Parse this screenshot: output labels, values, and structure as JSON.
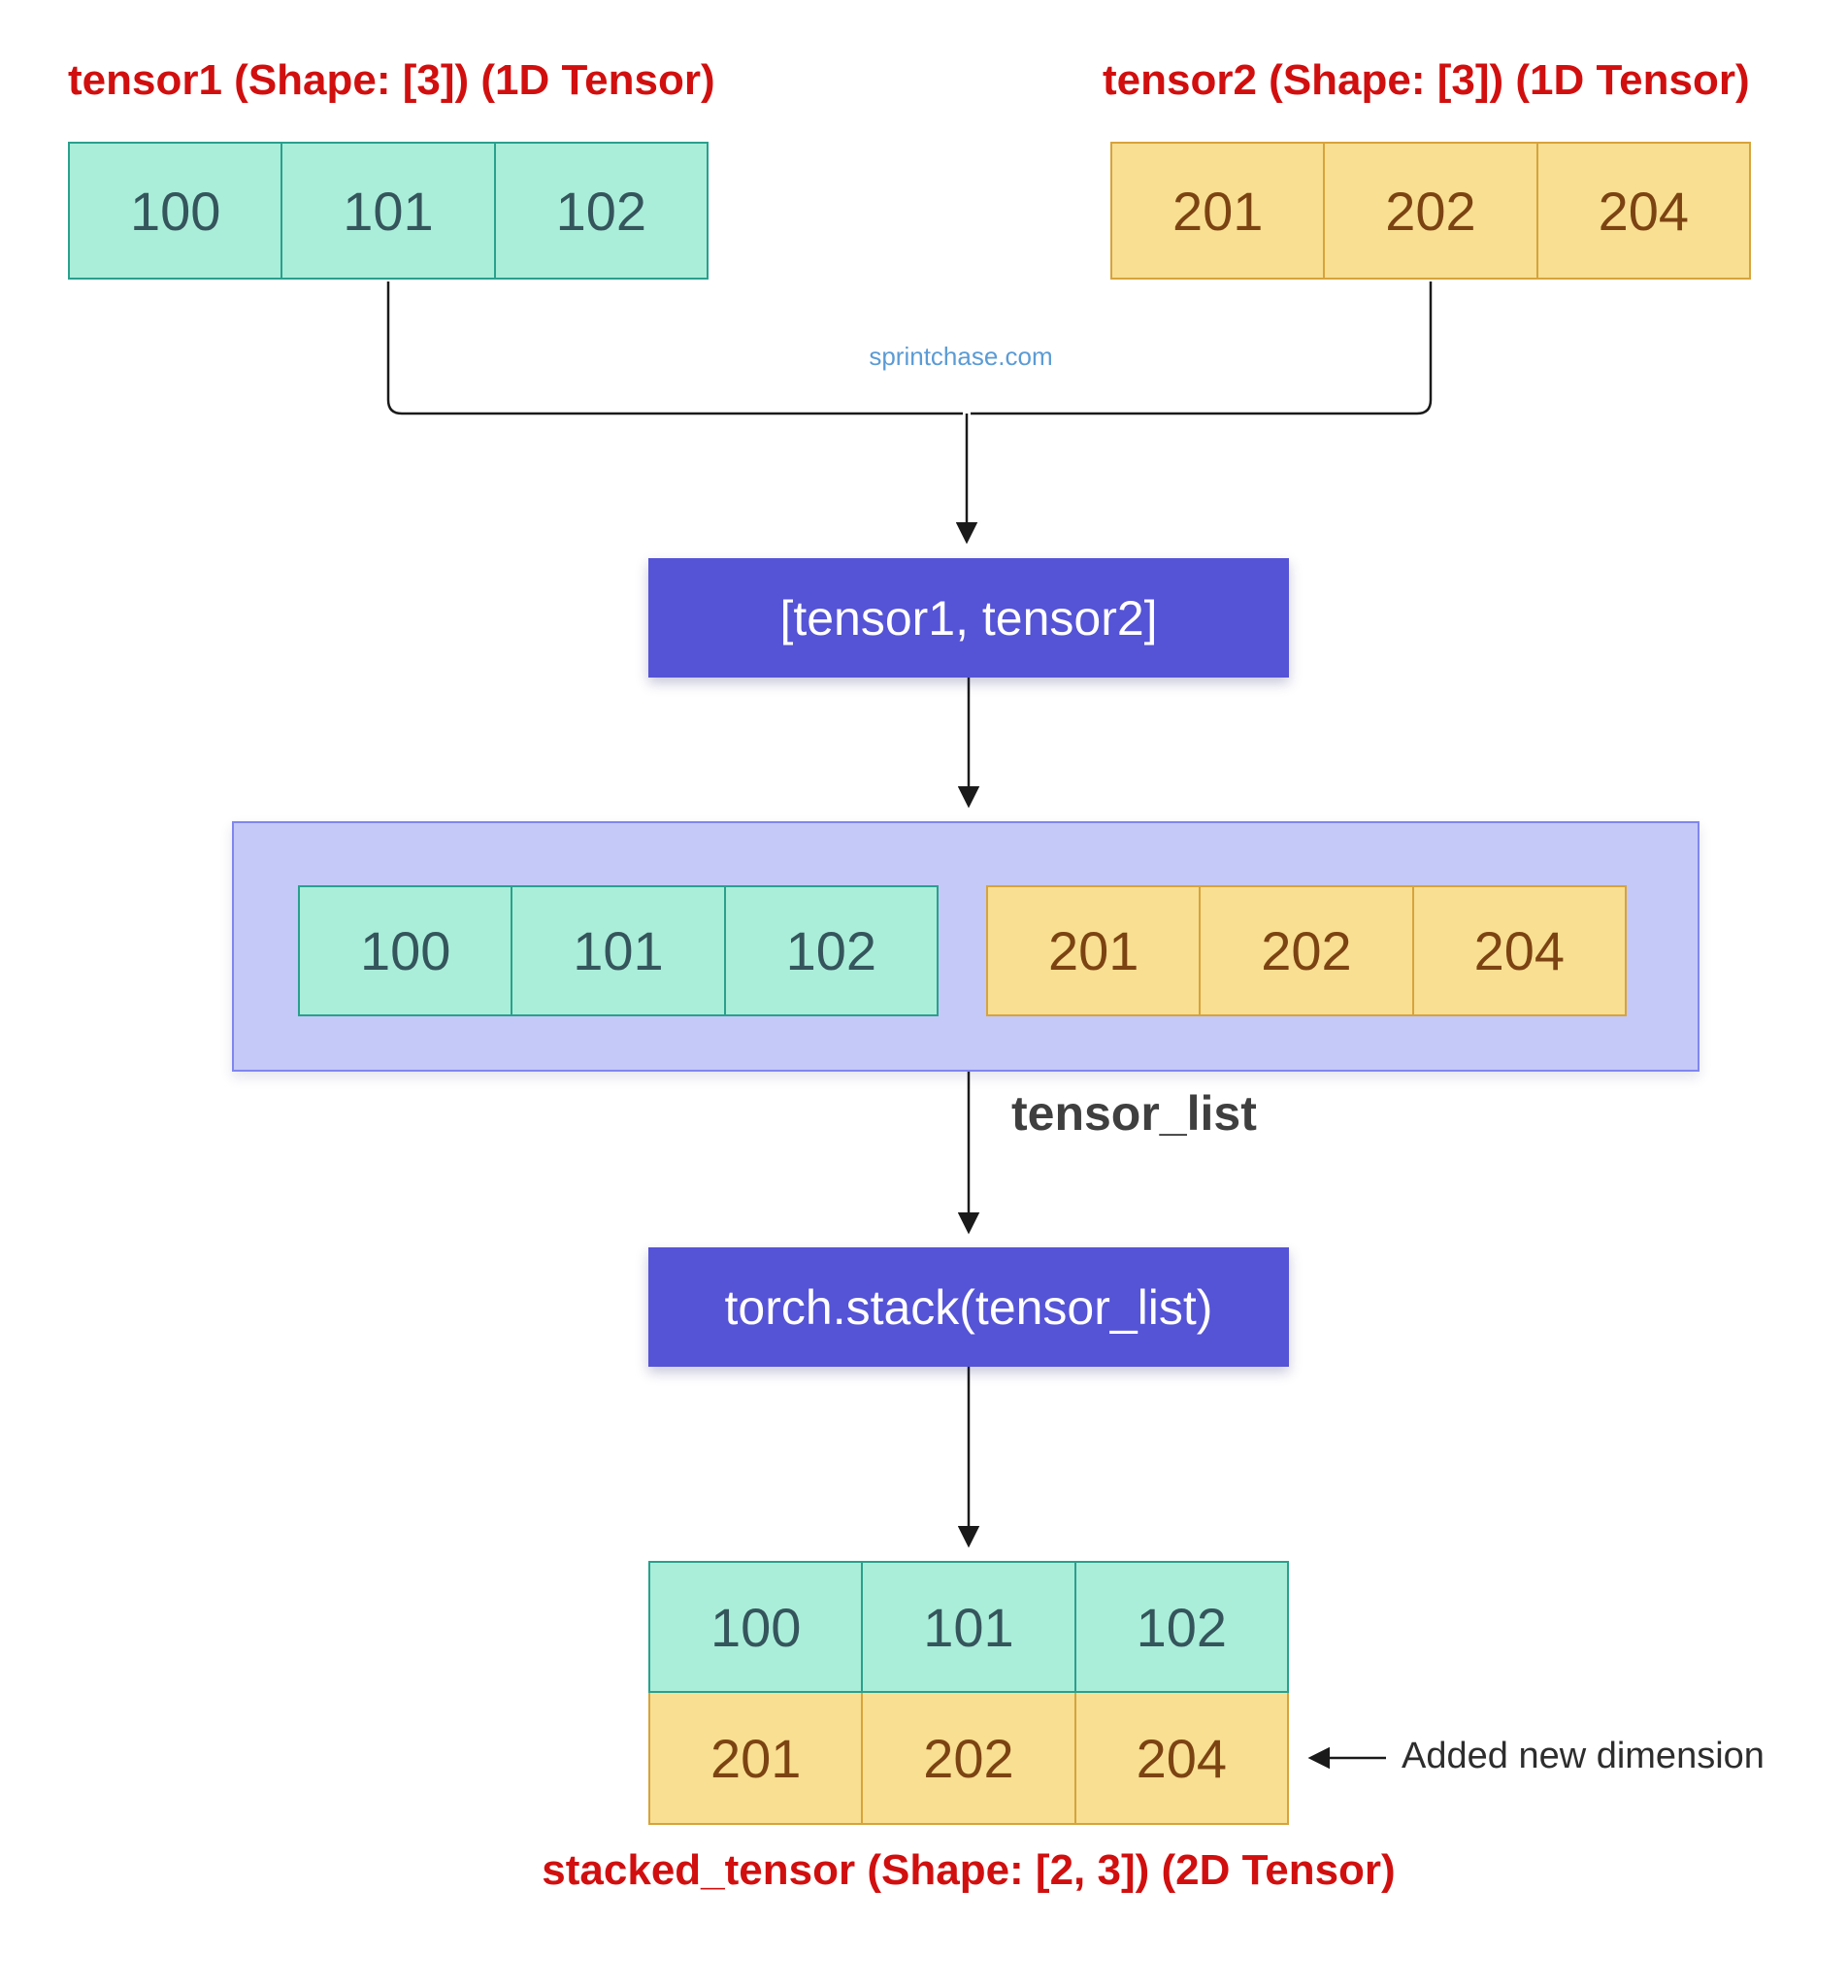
{
  "watermark": "sprintchase.com",
  "tensor1": {
    "label": "tensor1 (Shape: [3]) (1D Tensor)",
    "values": [
      "100",
      "101",
      "102"
    ]
  },
  "tensor2": {
    "label": "tensor2 (Shape: [3]) (1D Tensor)",
    "values": [
      "201",
      "202",
      "204"
    ]
  },
  "list_box": {
    "label": "[tensor1, tensor2]"
  },
  "tensor_list": {
    "label": "tensor_list",
    "tensor1_values": [
      "100",
      "101",
      "102"
    ],
    "tensor2_values": [
      "201",
      "202",
      "204"
    ]
  },
  "stack_box": {
    "label": "torch.stack(tensor_list)"
  },
  "stacked_tensor": {
    "label": "stacked_tensor (Shape: [2, 3]) (2D Tensor)",
    "rows": [
      [
        "100",
        "101",
        "102"
      ],
      [
        "201",
        "202",
        "204"
      ]
    ],
    "annotation": "Added new dimension"
  },
  "colors": {
    "teal_fill": "#aaeeda",
    "teal_border": "#2aa08d",
    "teal_text": "#35555c",
    "yellow_fill": "#f8df92",
    "yellow_border": "#d7a33c",
    "yellow_text": "#7c4312",
    "purple_fill": "#5553d6",
    "lavender_fill": "#c5c9f8",
    "lavender_border": "#8086ee",
    "red_label": "#d10f0f",
    "watermark_blue": "#5b9bd5",
    "arrow": "#1a1a1a"
  }
}
